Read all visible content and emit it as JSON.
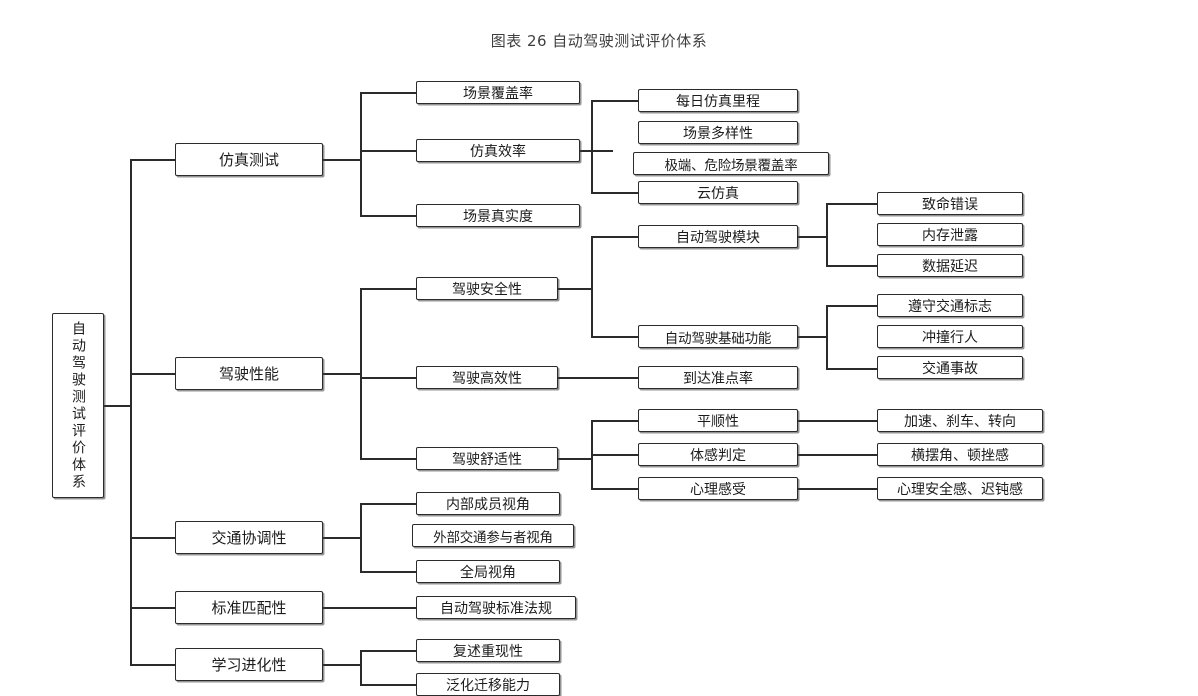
{
  "title": "图表 26 自动驾驶测试评价体系",
  "diagram": {
    "type": "tree",
    "orientation": "left-to-right",
    "root": {
      "label": "自动驾驶测试评价体系"
    },
    "branches": [
      {
        "label": "仿真测试",
        "children": [
          {
            "label": "场景覆盖率",
            "children": []
          },
          {
            "label": "仿真效率",
            "children": [
              {
                "label": "每日仿真里程"
              },
              {
                "label": "场景多样性"
              },
              {
                "label": "极端、危险场景覆盖率"
              },
              {
                "label": "云仿真"
              }
            ]
          },
          {
            "label": "场景真实度",
            "children": []
          }
        ]
      },
      {
        "label": "驾驶性能",
        "children": [
          {
            "label": "驾驶安全性",
            "children": [
              {
                "label": "自动驾驶模块",
                "children": [
                  {
                    "label": "致命错误"
                  },
                  {
                    "label": "内存泄露"
                  },
                  {
                    "label": "数据延迟"
                  }
                ]
              },
              {
                "label": "自动驾驶基础功能",
                "children": [
                  {
                    "label": "遵守交通标志"
                  },
                  {
                    "label": "冲撞行人"
                  },
                  {
                    "label": "交通事故"
                  }
                ]
              }
            ]
          },
          {
            "label": "驾驶高效性",
            "children": [
              {
                "label": "到达准点率",
                "children": []
              }
            ]
          },
          {
            "label": "驾驶舒适性",
            "children": [
              {
                "label": "平顺性",
                "children": [
                  {
                    "label": "加速、刹车、转向"
                  }
                ]
              },
              {
                "label": "体感判定",
                "children": [
                  {
                    "label": "横摆角、顿挫感"
                  }
                ]
              },
              {
                "label": "心理感受",
                "children": [
                  {
                    "label": "心理安全感、迟钝感"
                  }
                ]
              }
            ]
          }
        ]
      },
      {
        "label": "交通协调性",
        "children": [
          {
            "label": "内部成员视角"
          },
          {
            "label": "外部交通参与者视角"
          },
          {
            "label": "全局视角"
          }
        ]
      },
      {
        "label": "标准匹配性",
        "children": [
          {
            "label": "自动驾驶标准法规"
          }
        ]
      },
      {
        "label": "学习进化性",
        "children": [
          {
            "label": "复述重现性"
          },
          {
            "label": "泛化迁移能力"
          }
        ]
      }
    ]
  },
  "colors": {
    "line": "#2b2b2b",
    "box_border": "#2b2b2b",
    "box_fill": "#ffffff",
    "text": "#1c1c1c",
    "title_text": "#3f3f3f"
  }
}
